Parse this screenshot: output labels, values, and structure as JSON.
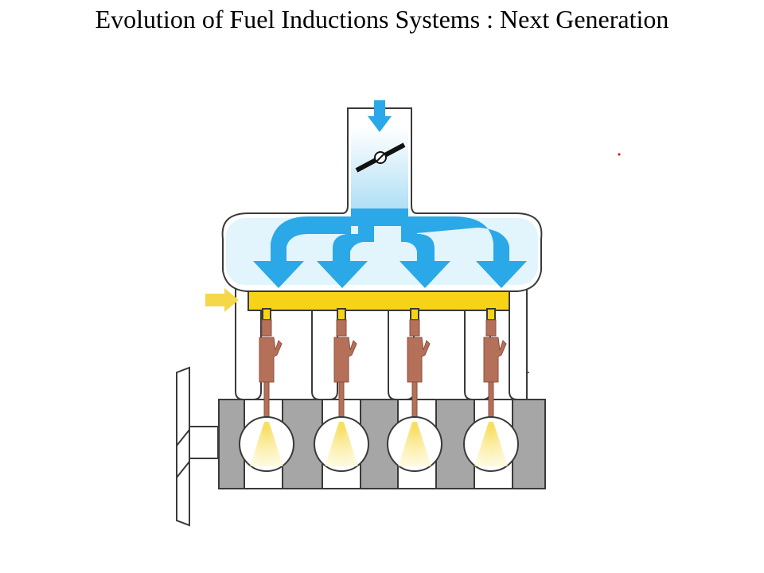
{
  "slide": {
    "title": "Evolution of Fuel Inductions Systems : Next Generation"
  },
  "diagram": {
    "subject": "multi-point fuel injection engine",
    "cylinder_count": 4,
    "colors": {
      "air_flow": "#2aa8e8",
      "air_flow_light": "#dff3fc",
      "fuel_rail": "#f7d317",
      "fuel_inlet_arrow": "#f5d84a",
      "injector": "#b5705a",
      "fuel_spray": "#fbe98a",
      "engine_block": "#a6a6a6",
      "outline": "#3a3a3a"
    },
    "icons": [
      "throttle-valve-icon",
      "air-inlet-arrow-icon",
      "fuel-inlet-arrow-icon"
    ]
  }
}
